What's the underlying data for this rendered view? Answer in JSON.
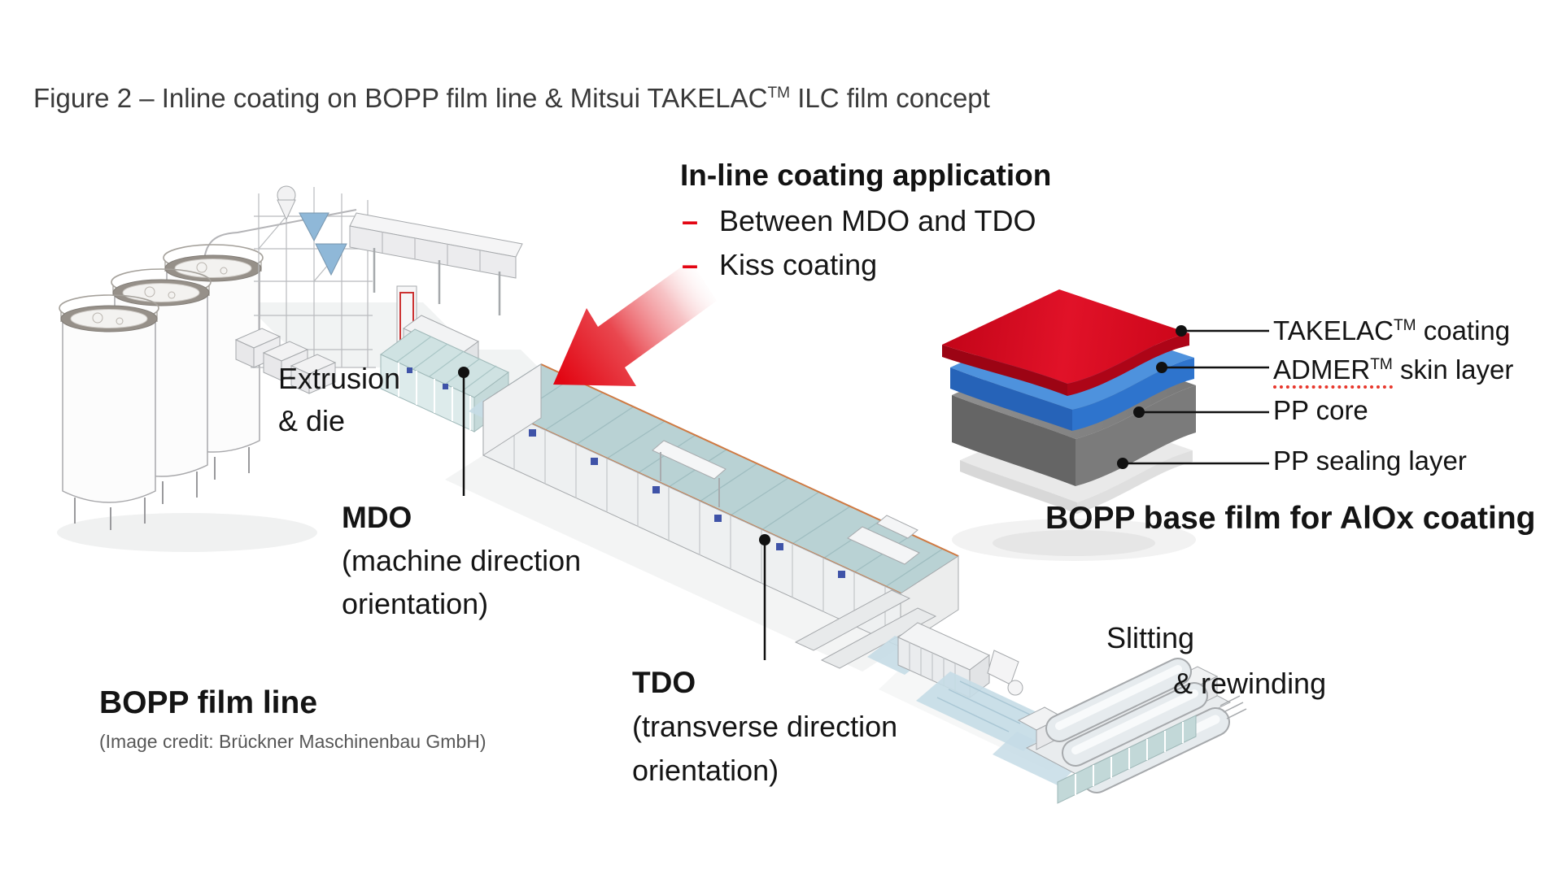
{
  "title": {
    "pre": "Figure 2 – Inline coating on BOPP film line & Mitsui TAKELAC",
    "tm": "TM",
    "post": " ILC film concept"
  },
  "callout": {
    "heading": "In-line coating application",
    "bullets": [
      {
        "dash": "–",
        "text": "Between MDO and TDO"
      },
      {
        "dash": "–",
        "text": "Kiss coating"
      }
    ]
  },
  "machine_labels": {
    "extrusion_line1": "Extrusion",
    "extrusion_line2": "& die",
    "mdo_name": "MDO",
    "mdo_desc_line1": "(machine direction",
    "mdo_desc_line2": "orientation)",
    "tdo_name": "TDO",
    "tdo_desc_line1": "(transverse direction",
    "tdo_desc_line2": "orientation)",
    "slitting_line1": "Slitting",
    "slitting_line2": "& rewinding",
    "line_name": "BOPP film line",
    "credit": "(Image credit: Brückner Maschinenbau GmbH)"
  },
  "film_stack": {
    "labels": [
      {
        "pre": "TAKELAC",
        "tm": "TM",
        "post": " coating"
      },
      {
        "pre": "ADMER",
        "tm": "TM",
        "post": " skin layer"
      },
      {
        "pre": "PP core",
        "tm": "",
        "post": ""
      },
      {
        "pre": "PP sealing layer",
        "tm": "",
        "post": ""
      }
    ],
    "caption": "BOPP base film for AlOx coating"
  },
  "colors": {
    "accent_red": "#e30613",
    "takelac_red": "#d6071f",
    "admer_blue": "#2e74cd",
    "pp_core_gray": "#7b7b7b",
    "pp_sealing_gray": "#e2e2e2",
    "film_web_blue": "#c5dce6",
    "oven_teal": "#b9d2d4",
    "credit_gray": "#575757"
  }
}
